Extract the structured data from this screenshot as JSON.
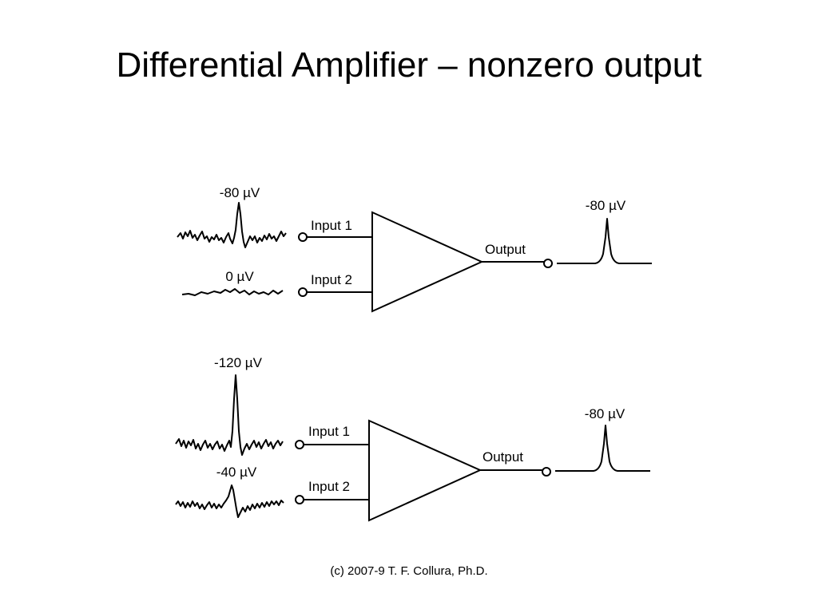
{
  "slide": {
    "title": "Differential Amplifier – nonzero output",
    "footer": "(c) 2007-9 T. F. Collura, Ph.D."
  },
  "top_circuit": {
    "input1_signal": "-80 µV",
    "input2_signal": "0 µV",
    "input1_label": "Input 1",
    "input2_label": "Input 2",
    "output_label": "Output",
    "output_signal": "-80 µV"
  },
  "bottom_circuit": {
    "input1_signal": "-120 µV",
    "input2_signal": "-40 µV",
    "input1_label": "Input 1",
    "input2_label": "Input 2",
    "output_label": "Output",
    "output_signal": "-80 µV"
  }
}
